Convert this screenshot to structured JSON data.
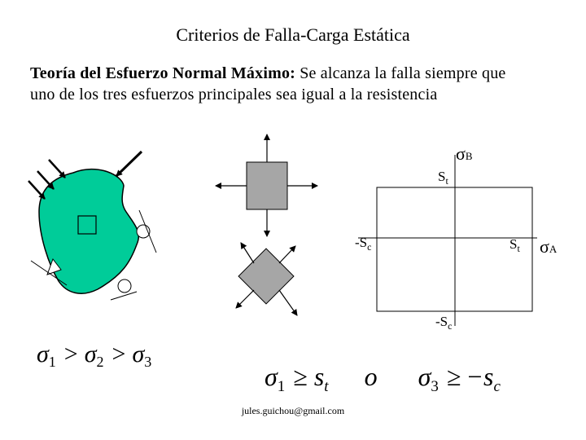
{
  "title": "Criterios de Falla-Carga Estática",
  "paragraph": {
    "bold": "Teoría del Esfuerzo Normal Máximo:",
    "rest": " Se alcanza la falla siempre que uno de los tres esfuerzos principales sea igual a la resistencia"
  },
  "diagram": {
    "axis_b_label": "σ",
    "axis_b_sub": "B",
    "axis_a_label": "σ",
    "axis_a_sub": "A",
    "top_label": "S",
    "top_sub": "t",
    "right_label": "S",
    "right_sub": "t",
    "left_label": "-S",
    "left_sub": "c",
    "bottom_label": "-S",
    "bottom_sub": "c"
  },
  "eq_order": {
    "s1": "σ",
    "sub1": "1",
    "gt1": ">",
    "s2": "σ",
    "sub2": "2",
    "gt2": ">",
    "s3": "σ",
    "sub3": "3"
  },
  "eq_criteria": {
    "s1": "σ",
    "sub1": "1",
    "ge1": "≥",
    "rhs1": "s",
    "rhs1_sub": "t",
    "connector": "o",
    "s3": "σ",
    "sub3": "3",
    "ge2": "≥",
    "rhs2": "−s",
    "rhs2_sub": "c"
  },
  "footer_email": "jules.guichou@gmail.com",
  "colors": {
    "body_fill": "#00cc99",
    "element_fill": "#a6a6a6"
  }
}
